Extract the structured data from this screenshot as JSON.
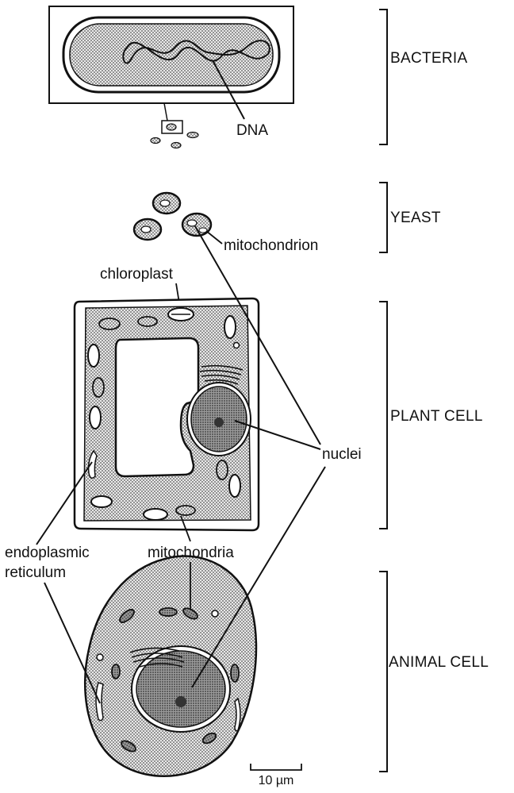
{
  "groups": {
    "bacteria": "BACTERIA",
    "yeast": "YEAST",
    "plant": "PLANT CELL",
    "animal": "ANIMAL CELL"
  },
  "labels": {
    "dna": "DNA",
    "mitochondrion": "mitochondrion",
    "chloroplast": "chloroplast",
    "nuclei": "nuclei",
    "er_line1": "endoplasmic",
    "er_line2": "reticulum",
    "mitochondria": "mitochondria"
  },
  "scale_bar": {
    "label": "10 µm"
  },
  "colors": {
    "ink": "#111111",
    "cytoplasm_dots": "#555555",
    "nucleus_fill": "#9a9a9a",
    "background": "#ffffff"
  }
}
